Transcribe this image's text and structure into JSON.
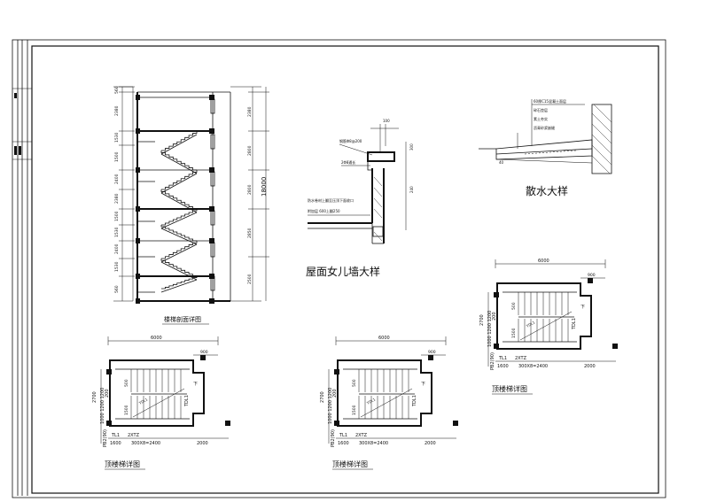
{
  "section": {
    "title": "楼梯剖面详图",
    "left_dims": [
      "560",
      "2380",
      "1530",
      "1500",
      "2400",
      "2380",
      "1500",
      "1530",
      "2400",
      "1530",
      "560"
    ],
    "right_dims": [
      "2380",
      "2800",
      "2800",
      "2850",
      "2500"
    ],
    "total": "18000"
  },
  "parapet": {
    "title": "屋面女儿墙大样",
    "notes": [
      "钢筋Φ8@200",
      "2Φ8通长",
      "防水卷材上翻至压顶下面收口",
      "附加层 600上翻250"
    ],
    "top_dim": "100",
    "side_dims": [
      "240",
      "300"
    ]
  },
  "apron": {
    "title": "散水大样",
    "notes": [
      "60厚C15混凝土面层",
      "碎石垫层",
      "素土夯实",
      "沥青砂浆嵌缝"
    ],
    "dim": "40"
  },
  "plans": [
    {
      "title": "顶楼梯详图",
      "top_width": "6000",
      "notch": "900",
      "left_dims": [
        "1000",
        "1200",
        "1200",
        "2700",
        "200",
        "PB2(90)"
      ],
      "inner_labels": [
        "500",
        "1500",
        "TL1",
        "2XTZ",
        "TDL1",
        "下",
        "TDL1"
      ],
      "bottom_dims": [
        "1600",
        "300X8=2400",
        "2000"
      ]
    },
    {
      "title": "顶楼梯详图",
      "top_width": "6000",
      "notch": "900",
      "left_dims": [
        "1000",
        "1200",
        "1200",
        "2700",
        "200",
        "PB2(90)"
      ],
      "inner_labels": [
        "500",
        "1500",
        "TL1",
        "2XTZ",
        "TDL1",
        "下",
        "TDL1"
      ],
      "bottom_dims": [
        "1600",
        "300X8=2400",
        "2000"
      ]
    },
    {
      "title": "顶楼梯详图",
      "top_width": "6000",
      "notch": "900",
      "left_dims": [
        "1000",
        "1200",
        "1200",
        "2700",
        "200",
        "PB2(90)"
      ],
      "inner_labels": [
        "500",
        "1500",
        "TL1",
        "2XTZ",
        "TDL1",
        "下",
        "TDL1"
      ],
      "bottom_dims": [
        "1600",
        "300X8=2400",
        "2000"
      ]
    }
  ]
}
